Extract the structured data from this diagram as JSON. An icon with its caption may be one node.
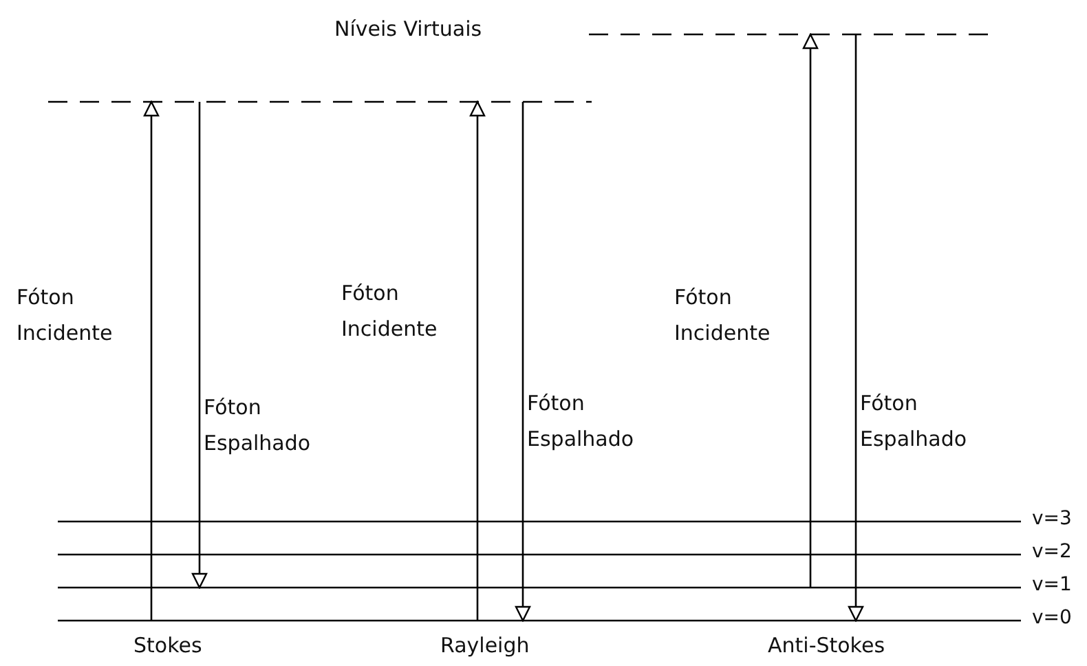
{
  "diagram": {
    "nodes": [
      {
        "text": [],
        "shape": "bar"
      },
      {
        "text": [],
        "shape": "bar"
      },
      {
        "text": [],
        "shape": "bar",
        "beside": [
          "v=3"
        ]
      },
      {
        "text": [],
        "shape": "bar",
        "beside": [
          "v=2"
        ]
      },
      {
        "text": [],
        "shape": "bar",
        "beside": [
          "v=1"
        ]
      },
      {
        "text": [],
        "shape": "bar",
        "beside": [
          "v=0"
        ]
      }
    ],
    "edges": [
      {
        "from": 5,
        "to": 0,
        "arrow": "to",
        "label": "Fóton Incidente"
      },
      {
        "from": 0,
        "to": 4,
        "arrow": "to",
        "label": "Fóton Espalhado"
      },
      {
        "from": 5,
        "to": 0,
        "arrow": "to",
        "label": "Fóton Incidente"
      },
      {
        "from": 0,
        "to": 5,
        "arrow": "to",
        "label": "Fóton Espalhado"
      },
      {
        "from": 4,
        "to": 1,
        "arrow": "to",
        "label": "Fóton Incidente"
      },
      {
        "from": 1,
        "to": 5,
        "arrow": "to",
        "label": "Fóton Espalhado"
      }
    ],
    "labels": [
      "Níveis Virtuais",
      "Stokes",
      "Rayleigh",
      "Anti-Stokes"
    ]
  }
}
